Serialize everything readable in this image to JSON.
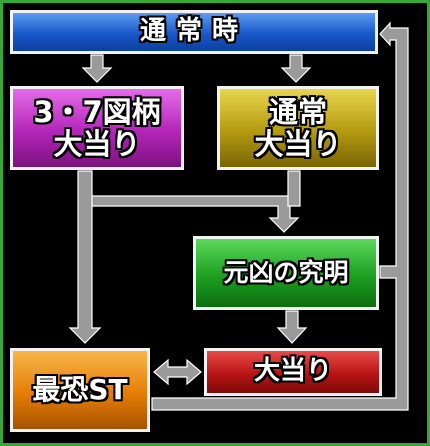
{
  "colors": {
    "frame": "#3aa63a",
    "connector": "#9a9a9a",
    "box_border": "#f2f2f2",
    "normal": "#1a58c9",
    "atari37": "#b325b8",
    "tsujo": "#b39a10",
    "genkyo": "#1d9f1f",
    "atari": "#b81414",
    "saikyo": "#e57d05"
  },
  "boxes": {
    "normal": {
      "text": "通常時"
    },
    "atari37": {
      "line1": "3・7図柄",
      "line2": "大当り"
    },
    "tsujo": {
      "line1": "通常",
      "line2": "大当り"
    },
    "genkyo": {
      "text": "元凶の究明"
    },
    "atari": {
      "text": "大当り"
    },
    "saikyo": {
      "text": "最恐ST"
    }
  }
}
